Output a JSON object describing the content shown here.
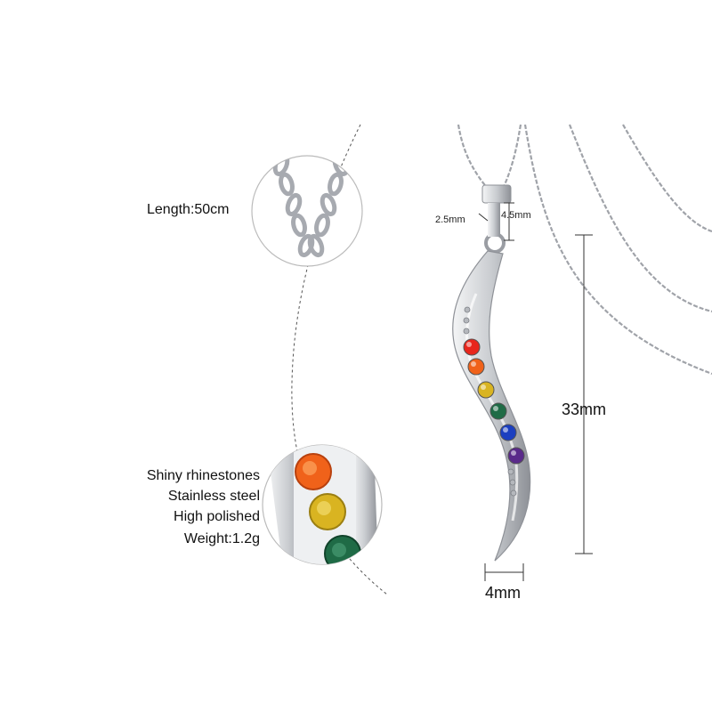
{
  "labels": {
    "length": "Length:50cm",
    "features": [
      "Shiny rhinestones",
      "Stainless steel",
      "High polished",
      "Weight:1.2g"
    ],
    "bail_width": "2.5mm",
    "bail_height": "4.5mm",
    "pendant_height": "33mm",
    "pendant_width": "4mm"
  },
  "stones": {
    "colors": [
      "#e8261c",
      "#f0621a",
      "#d9b421",
      "#1f6b46",
      "#1b3fc0",
      "#5a2a8a"
    ]
  },
  "colors": {
    "metal": "#d4d6d9",
    "metal_shadow": "#8e9197",
    "guide_line": "#555555"
  }
}
